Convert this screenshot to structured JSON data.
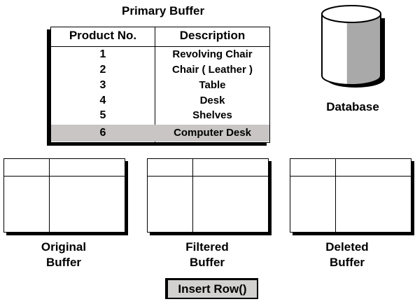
{
  "primary_buffer": {
    "title": "Primary Buffer",
    "headers": [
      "Product No.",
      "Description"
    ],
    "rows": [
      {
        "no": "1",
        "desc": "Revolving Chair"
      },
      {
        "no": "2",
        "desc": "Chair ( Leather )"
      },
      {
        "no": "3",
        "desc": "Table"
      },
      {
        "no": "4",
        "desc": "Desk"
      },
      {
        "no": "5",
        "desc": "Shelves"
      },
      {
        "no": "6",
        "desc": "Computer Desk",
        "selected": true
      }
    ]
  },
  "database": {
    "label": "Database",
    "icon": "database-cylinder-icon"
  },
  "buffers": [
    {
      "label_line1": "Original",
      "label_line2": "Buffer"
    },
    {
      "label_line1": "Filtered",
      "label_line2": "Buffer"
    },
    {
      "label_line1": "Deleted",
      "label_line2": "Buffer"
    }
  ],
  "insert_button": {
    "label": "Insert Row()"
  },
  "colors": {
    "selected_row": "#c9c5c5",
    "button_bg": "#d3d0d0",
    "cylinder_shade": "#a9a9a9"
  }
}
